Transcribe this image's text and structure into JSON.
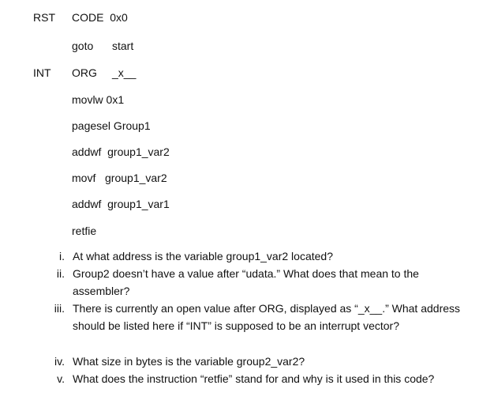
{
  "code": {
    "rst_label": "RST",
    "line1_instr": "CODE  0x0",
    "line2_instr": "goto",
    "line2_operand": "start",
    "int_label": "INT",
    "line3_instr": "ORG",
    "line3_operand": "_x__",
    "line4": "movlw 0x1",
    "line5": "pagesel Group1",
    "line6": "addwf  group1_var2",
    "line7": "movf   group1_var2",
    "line8": "addwf  group1_var1",
    "line9": "retfie"
  },
  "questions": [
    {
      "num": "i.",
      "text": "At what address is the variable group1_var2 located?"
    },
    {
      "num": "ii.",
      "text": "Group2 doesn’t have a value after “udata.” What does that mean to the assembler?"
    },
    {
      "num": "iii.",
      "text": "There is currently an open value after ORG, displayed as “_x__.” What address should be listed here if “INT” is supposed to be an interrupt vector?"
    },
    {
      "num": "iv.",
      "text": "What size in bytes is the variable group2_var2?"
    },
    {
      "num": "v.",
      "text": "What does the instruction “retfie” stand for and why is it used in this code?"
    }
  ]
}
